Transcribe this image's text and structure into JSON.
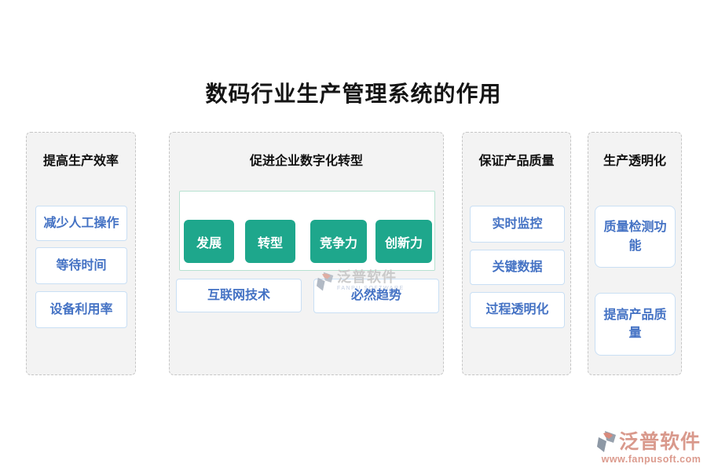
{
  "page": {
    "title": "数码行业生产管理系统的作用"
  },
  "colors": {
    "accent_green": "#1ea78c",
    "item_text_blue": "#4472c4",
    "item_border_blue": "#c9dff4",
    "inner_box_border_green": "#b7e2d1",
    "panel_background": "#f3f3f3",
    "panel_dashed_border": "#c6c6c6",
    "watermark_salmon": "#d9998c",
    "watermark_gray": "#c6c6c6"
  },
  "panels": [
    {
      "header": "提高生产效率",
      "items": [
        "减少人工操作",
        "等待时间",
        "设备利用率"
      ]
    },
    {
      "header": "促进企业数字化转型",
      "buttons": [
        "发展",
        "转型",
        "竞争力",
        "创新力"
      ],
      "items": [
        "互联网技术",
        "必然趋势"
      ]
    },
    {
      "header": "保证产品质量",
      "items": [
        "实时监控",
        "关键数据",
        "过程透明化"
      ]
    },
    {
      "header": "生产透明化",
      "items": [
        "质量检测功能",
        "提高产品质量"
      ]
    }
  ],
  "watermark_center": {
    "brand": "泛普软件",
    "subtitle": "FANPU SOFTWARE"
  },
  "watermark_corner": {
    "brand": "泛普软件",
    "url": "www.fanpusoft.com"
  }
}
